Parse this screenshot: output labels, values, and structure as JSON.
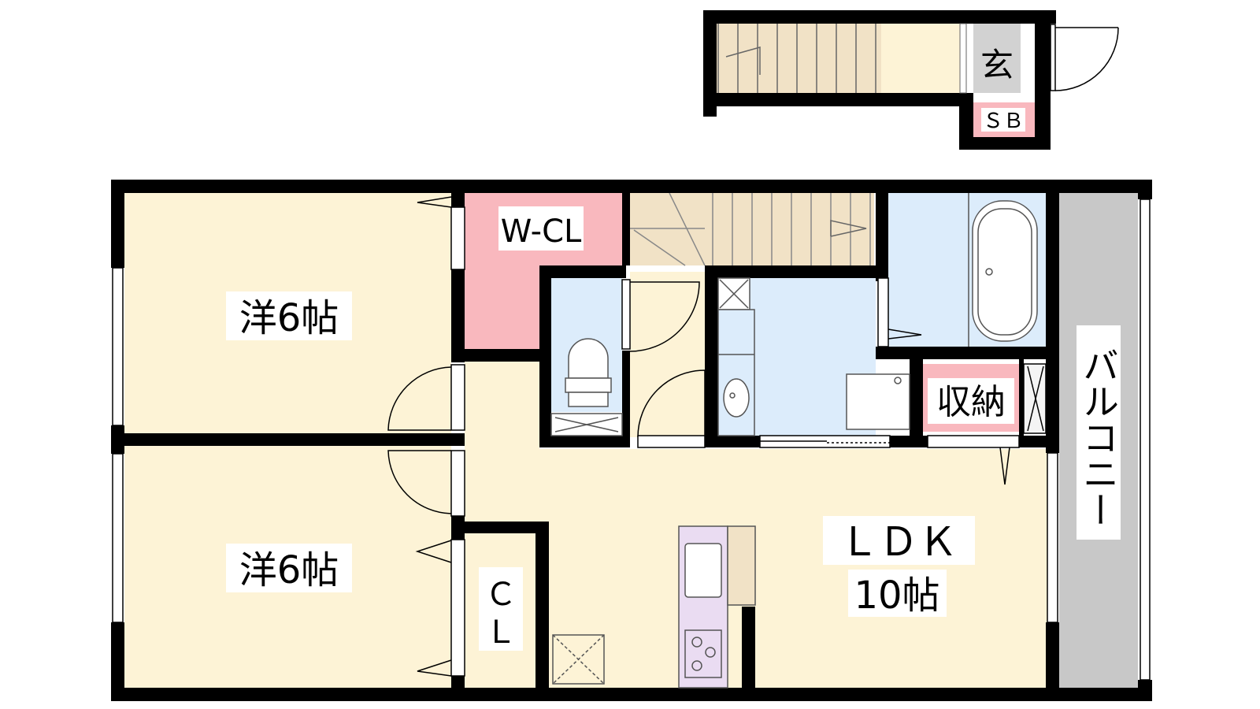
{
  "labels": {
    "genkan": "玄",
    "shoe_box": "ＳＢ",
    "walk_in_closet": "W-CL",
    "western_room_top": "洋6帖",
    "western_room_bottom": "洋6帖",
    "storage": "収納",
    "balcony": "バルコニー",
    "ldk": "ＬＤＫ",
    "ldk_size": "10帖",
    "closet_c": "Ｃ",
    "closet_l": "Ｌ"
  },
  "colors": {
    "wall": "#000000",
    "room_floor": "#fdf3d6",
    "wet_area": "#dcecfb",
    "closet": "#f9b8be",
    "balcony": "#c8c8c8",
    "genkan": "#d2d2d2",
    "stairs": "#f1e2c6",
    "kitchen": "#eadcf2"
  }
}
